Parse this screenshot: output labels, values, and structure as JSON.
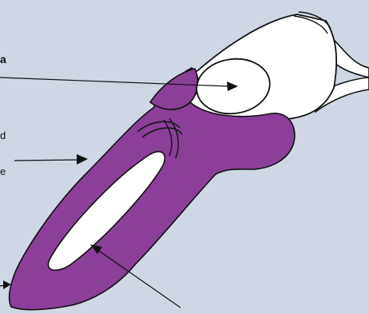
{
  "labels": {
    "cut_a": "a",
    "cut_d": "d",
    "cut_e": "e"
  },
  "colors": {
    "background": "#cfd7e5",
    "purple": "#8b3f98",
    "outline": "#111111",
    "white": "#ffffff"
  }
}
